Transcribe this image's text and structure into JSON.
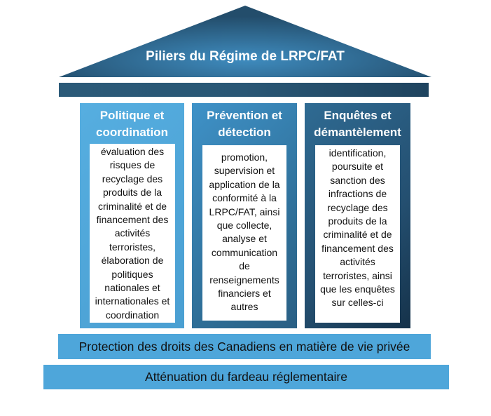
{
  "title": "Piliers du Régime de LRPC/FAT",
  "pillars": [
    {
      "heading": "Politique et coordination",
      "body": "évaluation des risques de recyclage des produits de la criminalité et de financement des activités terroristes, élaboration de politiques nationales et internationales et coordination"
    },
    {
      "heading": "Prévention et détection",
      "body": "promotion, supervision et application de la conformité à la LRPC/FAT, ainsi que collecte, analyse et communication de renseignements financiers et autres"
    },
    {
      "heading": "Enquêtes et démantèlement",
      "body": "identification, poursuite et sanction des infractions de recyclage des produits de la criminalité et de financement des activités terroristes, ainsi que les enquêtes sur celles-ci"
    }
  ],
  "foundation": {
    "upper": "Protection des droits des Canadiens en matière de vie privée",
    "lower": "Atténuation du fardeau réglementaire"
  },
  "colors": {
    "light": "#4ea6da",
    "dark": "#1f445f"
  }
}
